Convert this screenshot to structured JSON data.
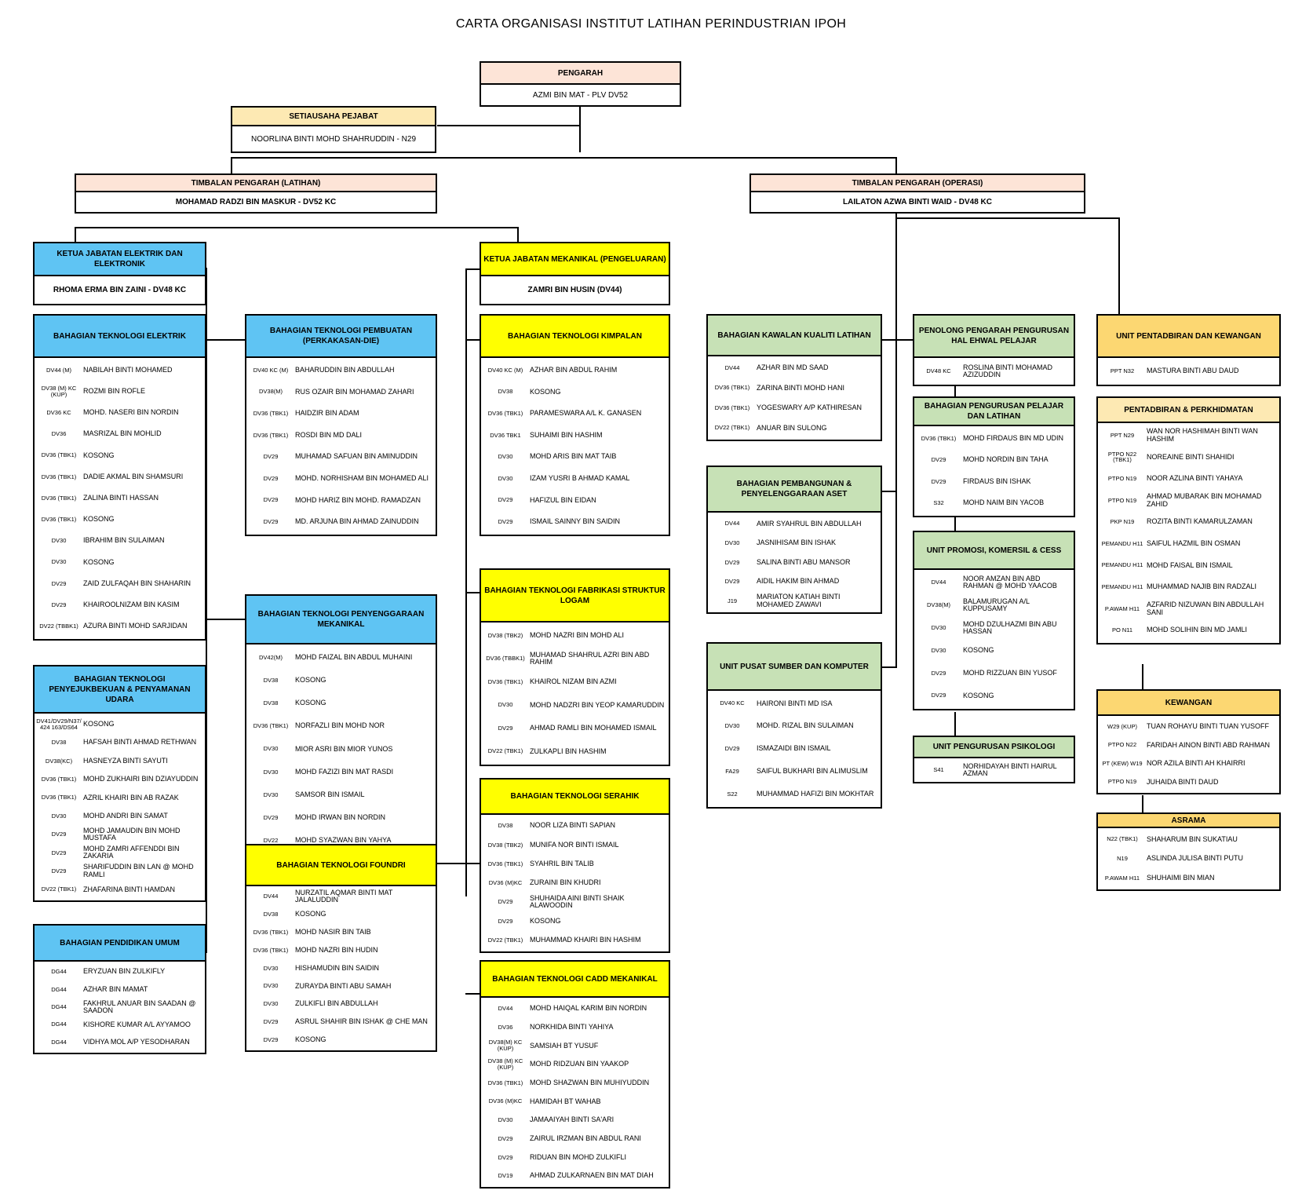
{
  "title": "CARTA ORGANISASI INSTITUT LATIHAN PERINDUSTRIAN IPOH",
  "colors": {
    "peach": "#fde4d7",
    "tan": "#fde9b3",
    "blue": "#5fc4f3",
    "yellow": "#ffff00",
    "green": "#c7e1b6",
    "gold": "#fcd772"
  },
  "boxes": [
    {
      "key": "pengarah",
      "heading": "PENGARAH",
      "name": "AZMI BIN MAT - PLV DV52"
    },
    {
      "key": "setiausaha",
      "heading": "SETIAUSAHA PEJABAT",
      "name": "NOORLINA BINTI MOHD SHAHRUDDIN - N29"
    },
    {
      "key": "tp_latihan",
      "heading": "TIMBALAN PENGARAH (LATIHAN)",
      "name": "MOHAMAD RADZI BIN MASKUR - DV52 KC"
    },
    {
      "key": "tp_operasi",
      "heading": "TIMBALAN PENGARAH (OPERASI)",
      "name": "LAILATON AZWA BINTI WAID - DV48 KC"
    },
    {
      "key": "kj_elektrik",
      "heading": "KETUA JABATAN ELEKTRIK DAN ELEKTRONIK",
      "name": "RHOMA ERMA BIN ZAINI - DV48 KC"
    },
    {
      "key": "kj_mekanikal",
      "heading": "KETUA JABATAN MEKANIKAL (PENGELUARAN)",
      "name": "ZAMRI BIN HUSIN (DV44)"
    },
    {
      "key": "tek_elektrik",
      "heading": "BAHAGIAN TEKNOLOGI ELEKTRIK",
      "rows": [
        [
          "DV44 (M)",
          "NABILAH BINTI MOHAMED"
        ],
        [
          "DV38 (M) KC (KUP)",
          "ROZMI BIN ROFLE"
        ],
        [
          "DV36 KC",
          "MOHD. NASERI BIN NORDIN"
        ],
        [
          "DV36",
          "MASRIZAL BIN MOHLID"
        ],
        [
          "DV36 (TBK1)",
          "KOSONG"
        ],
        [
          "DV36 (TBK1)",
          "DADIE AKMAL BIN SHAMSURI"
        ],
        [
          "DV36 (TBK1)",
          "ZALINA BINTI HASSAN"
        ],
        [
          "DV36 (TBK1)",
          "KOSONG"
        ],
        [
          "DV30",
          "IBRAHIM BIN SULAIMAN"
        ],
        [
          "DV30",
          "KOSONG"
        ],
        [
          "DV29",
          "ZAID ZULFAQAH BIN SHAHARIN"
        ],
        [
          "DV29",
          "KHAIROOLNIZAM BIN KASIM"
        ],
        [
          "DV22 (TBBK1)",
          "AZURA BINTI MOHD SARJIDAN"
        ]
      ]
    },
    {
      "key": "tek_penyejuk",
      "heading": "BAHAGIAN TEKNOLOGI PENYEJUKBEKUAN & PENYAMANAN UDARA",
      "rows": [
        [
          "DV41/DV29/N37/ 424 163/DS64",
          "KOSONG"
        ],
        [
          "DV38",
          "HAFSAH BINTI AHMAD RETHWAN"
        ],
        [
          "DV38(KC)",
          "HASNEYZA BINTI SAYUTI"
        ],
        [
          "DV36 (TBK1)",
          "MOHD ZUKHAIRI BIN DZIAYUDDIN"
        ],
        [
          "DV36 (TBK1)",
          "AZRIL KHAIRI BIN AB RAZAK"
        ],
        [
          "DV30",
          "MOHD ANDRI BIN SAMAT"
        ],
        [
          "DV29",
          "MOHD JAMAUDIN BIN MOHD MUSTAFA"
        ],
        [
          "DV29",
          "MOHD ZAMRI AFFENDDI BIN ZAKARIA"
        ],
        [
          "DV29",
          "SHARIFUDDIN BIN LAN @ MOHD RAMLI"
        ],
        [
          "DV22 (TBK1)",
          "ZHAFARINA BINTI HAMDAN"
        ]
      ]
    },
    {
      "key": "pend_umum",
      "heading": "BAHAGIAN PENDIDIKAN UMUM",
      "rows": [
        [
          "DG44",
          "ERYZUAN BIN ZULKIFLY"
        ],
        [
          "DG44",
          "AZHAR BIN MAMAT"
        ],
        [
          "DG44",
          "FAKHRUL ANUAR BIN SAADAN @ SAADON"
        ],
        [
          "DG44",
          "KISHORE KUMAR A/L AYYAMOO"
        ],
        [
          "DG44",
          "VIDHYA MOL A/P YESODHARAN"
        ]
      ]
    },
    {
      "key": "tek_pembuatan",
      "heading": "BAHAGIAN TEKNOLOGI PEMBUATAN (PERKAKASAN-DIE)",
      "rows": [
        [
          "DV40 KC (M)",
          "BAHARUDDIN BIN ABDULLAH"
        ],
        [
          "DV38(M)",
          "RUS OZAIR BIN MOHAMAD ZAHARI"
        ],
        [
          "DV36 (TBK1)",
          "HAIDZIR BIN ADAM"
        ],
        [
          "DV36 (TBK1)",
          "ROSDI BIN MD DALI"
        ],
        [
          "DV29",
          "MUHAMAD SAFUAN BIN AMINUDDIN"
        ],
        [
          "DV29",
          "MOHD. NORHISHAM BIN MOHAMED ALI"
        ],
        [
          "DV29",
          "MOHD HARIZ BIN MOHD. RAMADZAN"
        ],
        [
          "DV29",
          "MD. ARJUNA BIN AHMAD ZAINUDDIN"
        ]
      ]
    },
    {
      "key": "tek_penyenggaraan",
      "heading": "BAHAGIAN TEKNOLOGI PENYENGGARAAN MEKANIKAL",
      "rows": [
        [
          "DV42(M)",
          "MOHD FAIZAL BIN ABDUL MUHAINI"
        ],
        [
          "DV38",
          "KOSONG"
        ],
        [
          "DV38",
          "KOSONG"
        ],
        [
          "DV36 (TBK1)",
          "NORFAZLI BIN MOHD NOR"
        ],
        [
          "DV30",
          "MIOR ASRI BIN MIOR YUNOS"
        ],
        [
          "DV30",
          "MOHD FAZIZI BIN MAT RASDI"
        ],
        [
          "DV30",
          "SAMSOR BIN ISMAIL"
        ],
        [
          "DV29",
          "MOHD IRWAN BIN NORDIN"
        ],
        [
          "DV22",
          "MOHD SYAZWAN BIN YAHYA"
        ]
      ]
    },
    {
      "key": "tek_foundri",
      "heading": "BAHAGIAN TEKNOLOGI FOUNDRI",
      "rows": [
        [
          "DV44",
          "NURZATIL AQMAR BINTI MAT JALALUDDIN"
        ],
        [
          "DV38",
          "KOSONG"
        ],
        [
          "DV36 (TBK1)",
          "MOHD NASIR BIN TAIB"
        ],
        [
          "DV36 (TBK1)",
          "MOHD NAZRI BIN HUDIN"
        ],
        [
          "DV30",
          "HISHAMUDIN BIN SAIDIN"
        ],
        [
          "DV30",
          "ZURAYDA BINTI ABU SAMAH"
        ],
        [
          "DV30",
          "ZULKIFLI BIN ABDULLAH"
        ],
        [
          "DV29",
          "ASRUL SHAHIR BIN ISHAK @ CHE MAN"
        ],
        [
          "DV29",
          "KOSONG"
        ]
      ]
    },
    {
      "key": "tek_kimpalan",
      "heading": "BAHAGIAN TEKNOLOGI KIMPALAN",
      "rows": [
        [
          "DV40 KC (M)",
          "AZHAR BIN ABDUL RAHIM"
        ],
        [
          "DV38",
          "KOSONG"
        ],
        [
          "DV36 (TBK1)",
          "PARAMESWARA A/L K. GANASEN"
        ],
        [
          "DV36 TBK1",
          "SUHAIMI BIN HASHIM"
        ],
        [
          "DV30",
          "MOHD ARIS BIN MAT TAIB"
        ],
        [
          "DV30",
          "IZAM YUSRI B AHMAD KAMAL"
        ],
        [
          "DV29",
          "HAFIZUL BIN EIDAN"
        ],
        [
          "DV29",
          "ISMAIL SAINNY BIN SAIDIN"
        ]
      ]
    },
    {
      "key": "tek_fabrikasi",
      "heading": "BAHAGIAN TEKNOLOGI FABRIKASI STRUKTUR LOGAM",
      "rows": [
        [
          "DV38 (TBK2)",
          "MOHD NAZRI BIN MOHD ALI"
        ],
        [
          "DV36 (TBBK1)",
          "MUHAMAD SHAHRUL AZRI BIN ABD RAHIM"
        ],
        [
          "DV36 (TBK1)",
          "KHAIROL NIZAM BIN AZMI"
        ],
        [
          "DV30",
          "MOHD NADZRI BIN YEOP KAMARUDDIN"
        ],
        [
          "DV29",
          "AHMAD RAMLI BIN MOHAMED ISMAIL"
        ],
        [
          "DV22 (TBK1)",
          "ZULKAPLI BIN HASHIM"
        ]
      ]
    },
    {
      "key": "tek_serahik",
      "heading": "BAHAGIAN TEKNOLOGI SERAHIK",
      "rows": [
        [
          "DV38",
          "NOOR LIZA BINTI SAPIAN"
        ],
        [
          "DV38 (TBK2)",
          "MUNIFA NOR BINTI ISMAIL"
        ],
        [
          "DV36 (TBK1)",
          "SYAHRIL BIN TALIB"
        ],
        [
          "DV36 (M)KC",
          "ZURAINI BIN KHUDRI"
        ],
        [
          "DV29",
          "SHUHAIDA AINI BINTI SHAIK ALAWOODIN"
        ],
        [
          "DV29",
          "KOSONG"
        ],
        [
          "DV22 (TBK1)",
          "MUHAMMAD KHAIRI BIN HASHIM"
        ]
      ]
    },
    {
      "key": "tek_cadd",
      "heading": "BAHAGIAN TEKNOLOGI CADD MEKANIKAL",
      "rows": [
        [
          "DV44",
          "MOHD HAIQAL KARIM BIN NORDIN"
        ],
        [
          "DV36",
          "NORKHIDA BINTI YAHIYA"
        ],
        [
          "DV38(M) KC (KUP)",
          "SAMSIAH BT YUSUF"
        ],
        [
          "DV38 (M) KC (KUP)",
          "MOHD RIDZUAN BIN YAAKOP"
        ],
        [
          "DV36 (TBK1)",
          "MOHD SHAZWAN BIN MUHIYUDDIN"
        ],
        [
          "DV36 (M)KC",
          "HAMIDAH BT WAHAB"
        ],
        [
          "DV30",
          "JAMAAIYAH BINTI SA'ARI"
        ],
        [
          "DV29",
          "ZAIRUL IRZMAN BIN ABDUL RANI"
        ],
        [
          "DV29",
          "RIDUAN BIN MOHD ZULKIFLI"
        ],
        [
          "DV19",
          "AHMAD ZULKARNAEN BIN MAT DIAH"
        ]
      ]
    },
    {
      "key": "kawalan",
      "heading": "BAHAGIAN KAWALAN KUALITI LATIHAN",
      "rows": [
        [
          "DV44",
          "AZHAR BIN MD SAAD"
        ],
        [
          "DV36 (TBK1)",
          "ZARINA BINTI MOHD HANI"
        ],
        [
          "DV36 (TBK1)",
          "YOGESWARY A/P KATHIRESAN"
        ],
        [
          "DV22 (TBK1)",
          "ANUAR BIN SULONG"
        ]
      ]
    },
    {
      "key": "pembangunan",
      "heading": "BAHAGIAN PEMBANGUNAN & PENYELENGGARAAN ASET",
      "rows": [
        [
          "DV44",
          "AMIR SYAHRUL BIN ABDULLAH"
        ],
        [
          "DV30",
          "JASNIHISAM BIN ISHAK"
        ],
        [
          "DV29",
          "SALINA BINTI ABU MANSOR"
        ],
        [
          "DV29",
          "AIDIL HAKIM BIN AHMAD"
        ],
        [
          "J19",
          "MARIATON KATIAH BINTI MOHAMED ZAWAVI"
        ]
      ]
    },
    {
      "key": "pusat_sumber",
      "heading": "UNIT PUSAT SUMBER DAN KOMPUTER",
      "rows": [
        [
          "DV40 KC",
          "HAIRONI BINTI MD ISA"
        ],
        [
          "DV30",
          "MOHD. RIZAL BIN SULAIMAN"
        ],
        [
          "DV29",
          "ISMAZAIDI BIN ISMAIL"
        ],
        [
          "FA29",
          "SAIFUL BUKHARI BIN ALIMUSLIM"
        ],
        [
          "S22",
          "MUHAMMAD HAFIZI BIN MOKHTAR"
        ]
      ]
    },
    {
      "key": "penolong",
      "heading": "PENOLONG PENGARAH PENGURUSAN HAL EHWAL PELAJAR",
      "rows": [
        [
          "DV48 KC",
          "ROSLINA BINTI MOHAMAD AZIZUDDIN"
        ]
      ]
    },
    {
      "key": "pengurusan_pelajar",
      "heading": "BAHAGIAN PENGURUSAN PELAJAR DAN LATIHAN",
      "rows": [
        [
          "DV36 (TBK1)",
          "MOHD FIRDAUS BIN MD UDIN"
        ],
        [
          "DV29",
          "MOHD NORDIN BIN TAHA"
        ],
        [
          "DV29",
          "FIRDAUS BIN ISHAK"
        ],
        [
          "S32",
          "MOHD NAIM BIN YACOB"
        ]
      ]
    },
    {
      "key": "promosi",
      "heading": "UNIT PROMOSI, KOMERSIL & CESS",
      "rows": [
        [
          "DV44",
          "NOOR AMZAN BIN ABD RAHMAN @ MOHD YAACOB"
        ],
        [
          "DV38(M)",
          "BALAMURUGAN A/L KUPPUSAMY"
        ],
        [
          "DV30",
          "MOHD DZULHAZMI BIN ABU HASSAN"
        ],
        [
          "DV30",
          "KOSONG"
        ],
        [
          "DV29",
          "MOHD RIZZUAN BIN YUSOF"
        ],
        [
          "DV29",
          "KOSONG"
        ]
      ]
    },
    {
      "key": "psikologi",
      "heading": "UNIT PENGURUSAN PSIKOLOGI",
      "rows": [
        [
          "S41",
          "NORHIDAYAH BINTI HAIRUL AZMAN"
        ]
      ]
    },
    {
      "key": "unit_pentadbiran",
      "heading": "UNIT PENTADBIRAN DAN KEWANGAN",
      "rows": [
        [
          "PPT N32",
          "MASTURA BINTI ABU DAUD"
        ]
      ]
    },
    {
      "key": "pentadbiran",
      "heading": "PENTADBIRAN & PERKHIDMATAN",
      "rows": [
        [
          "PPT N29",
          "WAN NOR HASHIMAH BINTI WAN HASHIM"
        ],
        [
          "PTPO N22 (TBK1)",
          "NOREAINE BINTI SHAHIDI"
        ],
        [
          "PTPO N19",
          "NOOR AZLINA BINTI YAHAYA"
        ],
        [
          "PTPO N19",
          "AHMAD MUBARAK BIN MOHAMAD ZAHID"
        ],
        [
          "PKP N19",
          "ROZITA BINTI KAMARULZAMAN"
        ],
        [
          "PEMANDU H11",
          "SAIFUL HAZMIL BIN OSMAN"
        ],
        [
          "PEMANDU H11",
          "MOHD FAISAL BIN ISMAIL"
        ],
        [
          "PEMANDU H11",
          "MUHAMMAD NAJIB BIN RADZALI"
        ],
        [
          "P.AWAM H11",
          "AZFARID NIZUWAN BIN ABDULLAH SANI"
        ],
        [
          "PO N11",
          "MOHD SOLIHIN BIN MD JAMLI"
        ]
      ]
    },
    {
      "key": "kewangan",
      "heading": "KEWANGAN",
      "rows": [
        [
          "W29 (KUP)",
          "TUAN ROHAYU BINTI TUAN YUSOFF"
        ],
        [
          "PTPO N22",
          "FARIDAH AINON BINTI ABD RAHMAN"
        ],
        [
          "PT (KEW) W19",
          "NOR AZILA BINTI AH KHAIRRI"
        ],
        [
          "PTPO N19",
          "JUHAIDA BINTI DAUD"
        ]
      ]
    },
    {
      "key": "asrama",
      "heading": "ASRAMA",
      "rows": [
        [
          "N22 (TBK1)",
          "SHAHARUM BIN SUKATIAU"
        ],
        [
          "N19",
          "ASLINDA JULISA BINTI PUTU"
        ],
        [
          "P.AWAM H11",
          "SHUHAIMI BIN MIAN"
        ]
      ]
    }
  ]
}
